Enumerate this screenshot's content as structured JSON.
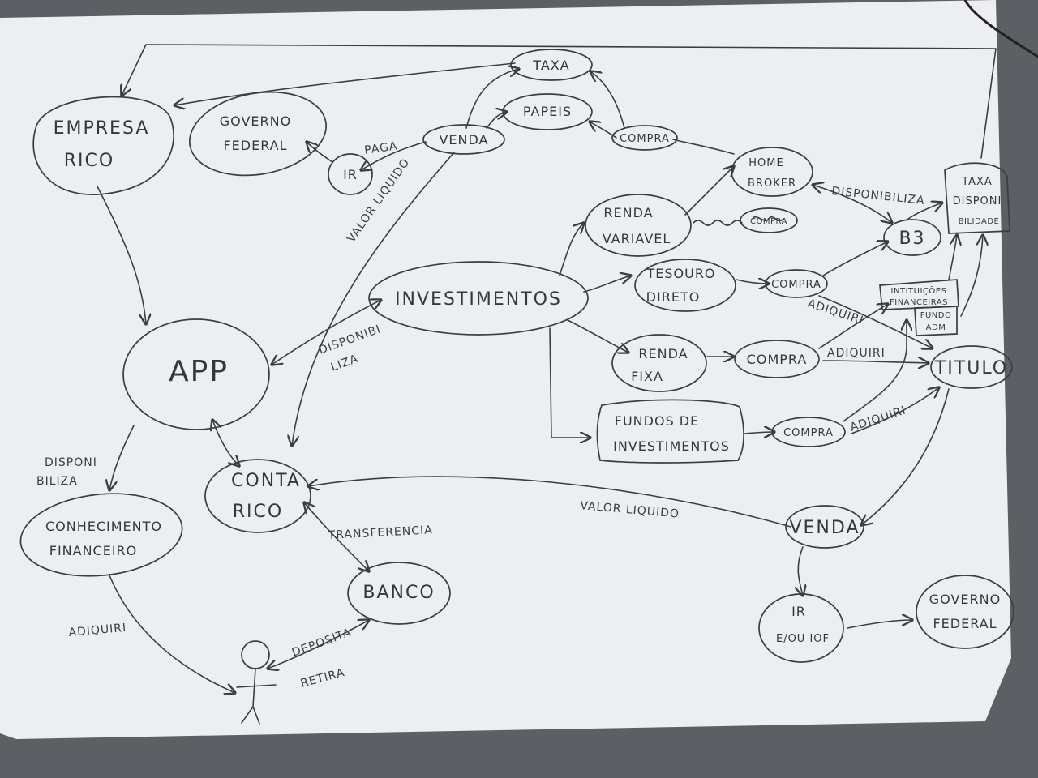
{
  "colors": {
    "desk": "#5c5f63",
    "paper": "#eceef1",
    "ink": "#3a3d42"
  },
  "nodes": {
    "taxa_top": "TAXA",
    "empresa_rico": [
      "EMPRESA",
      "RICO"
    ],
    "governo_top": [
      "GOVERNO",
      "FEDERAL"
    ],
    "papeis": "PAPEIS",
    "venda_top": "VENDA",
    "compra_top": "COMPRA",
    "ir_top": "IR",
    "home_broker": [
      "HOME",
      "BROKER"
    ],
    "taxa_disp": [
      "TAXA",
      "DISPONI",
      "BILIDADE"
    ],
    "renda_variavel": [
      "RENDA",
      "VARIAVEL"
    ],
    "compra_rv": "COMPRA",
    "b3": "B3",
    "investimentos": "INVESTIMENTOS",
    "tesouro_direto": [
      "TESOURO",
      "DIRETO"
    ],
    "compra_td": "COMPRA",
    "instituicoes": [
      "INTITUIÇÕES",
      "FINANCEIRAS"
    ],
    "fundo_adm": [
      "FUNDO",
      "ADM"
    ],
    "app": "APP",
    "renda_fixa": [
      "RENDA",
      "FIXA"
    ],
    "compra_rf": "COMPRA",
    "titulo": "TITULO",
    "fundos_inv": [
      "FUNDOS DE",
      "INVESTIMENTOS"
    ],
    "compra_fi": "COMPRA",
    "conta_rico": [
      "CONTA",
      "RICO"
    ],
    "conhecimento": [
      "CONHECIMENTO",
      "FINANCEIRO"
    ],
    "venda_bottom": "VENDA",
    "banco": "BANCO",
    "ir_bottom": [
      "IR",
      "E/OU IOF"
    ],
    "governo_bottom": [
      "GOVERNO",
      "FEDERAL"
    ]
  },
  "edges": {
    "paga": "PAGA",
    "valor_liquido_top": "VALOR LIQUIDO",
    "disponibiliza_b3": "DISPONIBILIZA",
    "adiquiri_td": "ADIQUIRI",
    "adiquiri_rf": "ADIQUIRI",
    "adiquiri_fi": "ADIQUIRI",
    "disponibiliza_app": [
      "DISPONIBI",
      "LIZA"
    ],
    "disponibiliza_conhec": [
      "DISPONI",
      "BILIZA"
    ],
    "valor_liquido_bottom": "VALOR LIQUIDO",
    "transferencia": "TRANSFERENCIA",
    "adiquiri_person": "ADIQUIRI",
    "deposita": "DEPOSITA",
    "retira": "RETIRA"
  }
}
